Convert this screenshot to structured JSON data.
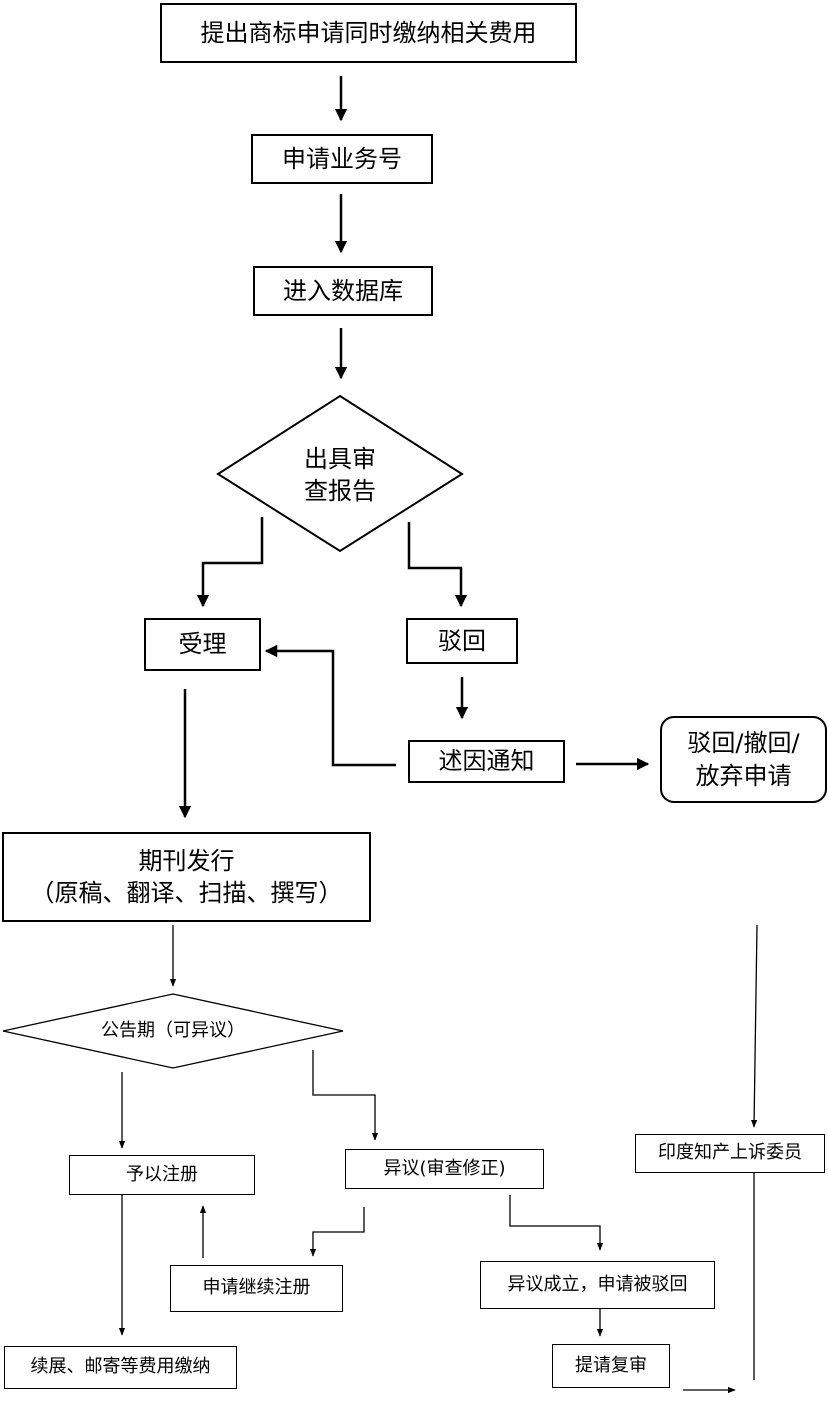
{
  "flowchart": {
    "step_apply": "提出商标申请同时缴纳相关费用",
    "step_business_no": "申请业务号",
    "step_database": "进入数据库",
    "decision_exam_report": "出具审\n查报告",
    "step_accept": "受理",
    "step_reject": "驳回",
    "step_notice": "述因通知",
    "step_reject_withdraw": "驳回/撤回/\n放弃申请",
    "step_journal": "期刊发行\n（原稿、翻译、扫描、撰写）",
    "decision_publication": "公告期（可异议）",
    "step_register": "予以注册",
    "step_opposition": "异议(审查修正)",
    "step_continue_register": "申请继续注册",
    "step_opposition_upheld": "异议成立，申请被驳回",
    "step_renewal_fees": "续展、邮寄等费用缴纳",
    "step_request_review": "提请复审",
    "step_appeal_board": "印度知产上诉委员"
  }
}
